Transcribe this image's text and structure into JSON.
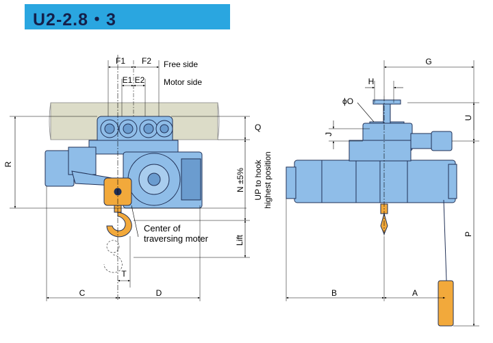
{
  "title": "U2-2.8・3",
  "colors": {
    "title_bar": "#2aa6e0",
    "hoist_body": "#8fbde8",
    "hoist_outline": "#1f2f55",
    "rail": "#dcdcc8",
    "hook": "#f2a93b",
    "dim_line": "#000000"
  },
  "labels": {
    "f1": "F1",
    "f2": "F2",
    "free_side": "Free side",
    "e1": "E1",
    "e2": "E2",
    "motor_side": "Motor side",
    "r": "R",
    "q": "Q",
    "n": "N ±5%",
    "up_to_hook_1": "UP to hook",
    "up_to_hook_2": "highest position",
    "center_1": "Center of",
    "center_2": "traversing moter",
    "lift": "Lift",
    "t": "T",
    "c": "C",
    "d": "D",
    "g": "G",
    "h": "H",
    "phi_o": "ϕO",
    "u": "U",
    "j": "J",
    "p": "P",
    "b": "B",
    "a": "A"
  }
}
